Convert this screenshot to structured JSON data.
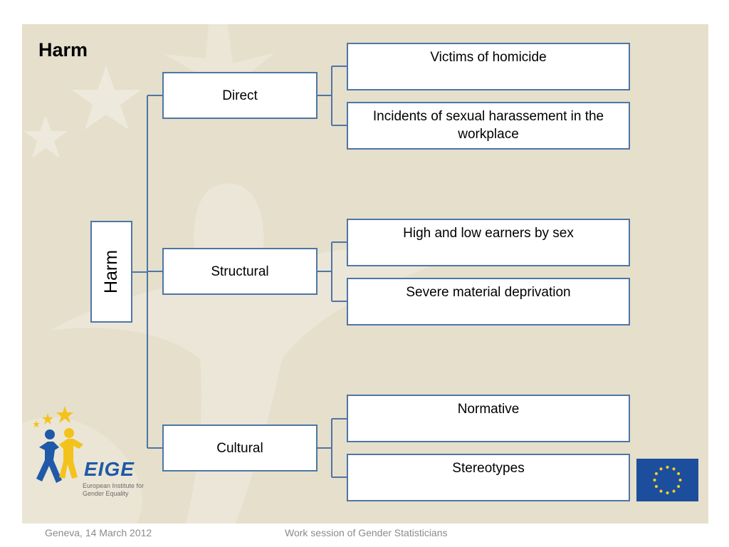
{
  "slide": {
    "title": "Harm",
    "root": {
      "label": "Harm"
    },
    "branches": [
      {
        "label": "Direct",
        "children": [
          "Victims of homicide",
          "Incidents of sexual harassement in the workplace"
        ]
      },
      {
        "label": "Structural",
        "children": [
          "High and low earners by sex",
          "Severe material deprivation"
        ]
      },
      {
        "label": "Cultural",
        "children": [
          "Normative",
          "Stereotypes"
        ]
      }
    ]
  },
  "logo": {
    "name": "EIGE",
    "subtitle": "European Institute for Gender Equality"
  },
  "footer": {
    "location_date": "Geneva, 14 March 2012",
    "event": "Work session of Gender Statisticians"
  },
  "colors": {
    "background": "#e5dfcb",
    "box_border": "#4e76a6",
    "connector": "#4e76a6",
    "logo_blue": "#1f59a7",
    "logo_yellow": "#f3c31c",
    "eu_blue": "#1d4e9e"
  },
  "icons": [
    "star-icon",
    "eige-figure-icon",
    "eu-flag-icon"
  ]
}
